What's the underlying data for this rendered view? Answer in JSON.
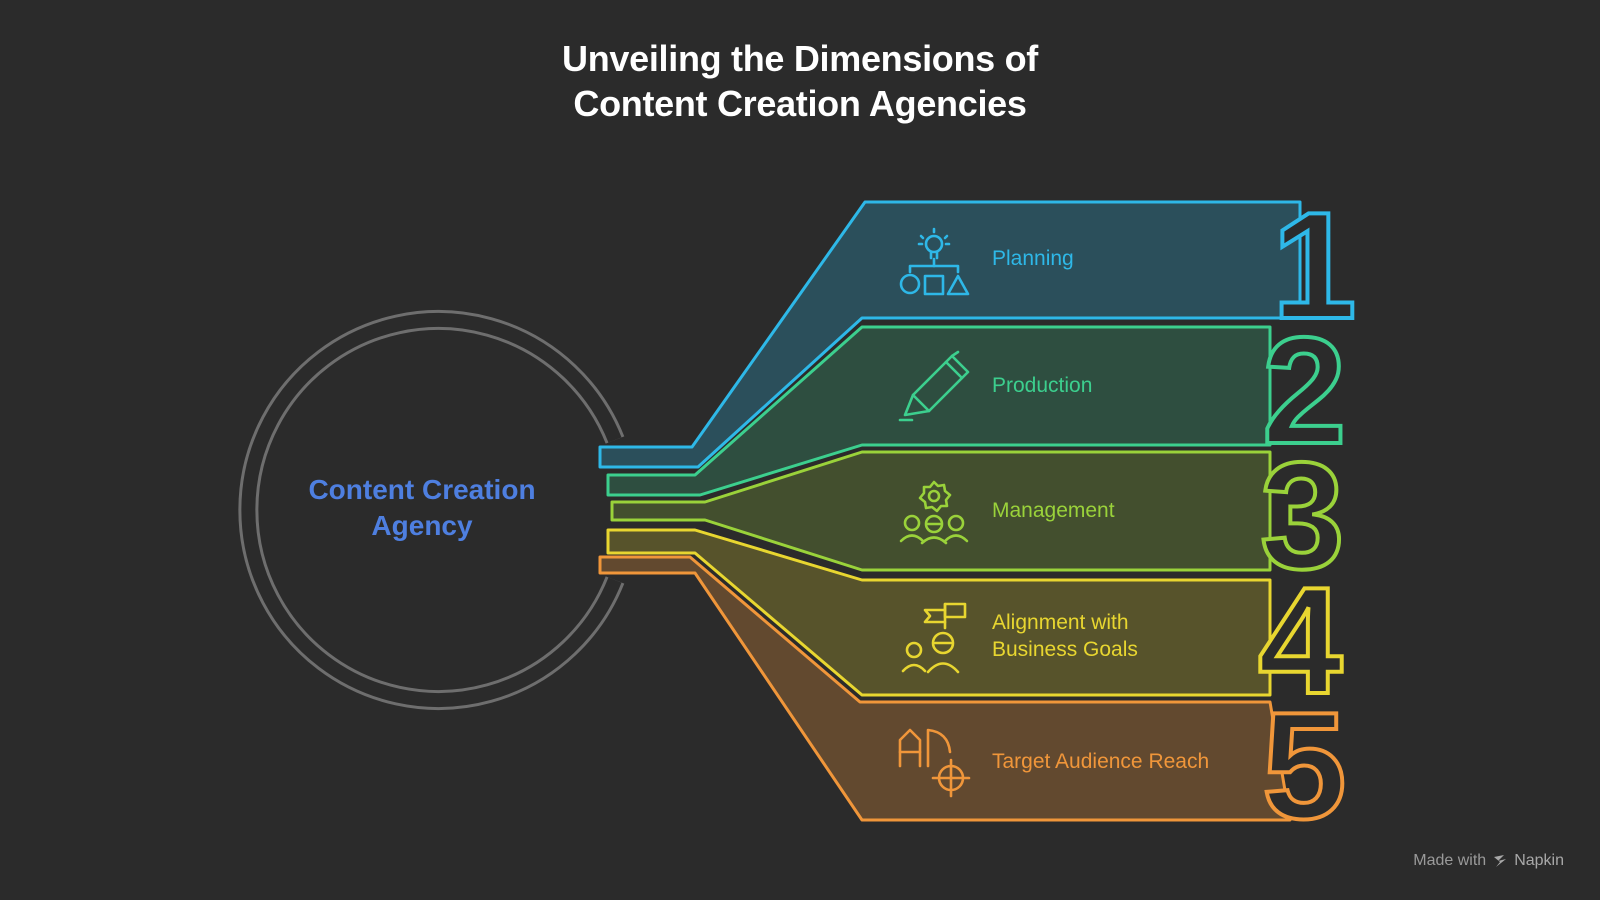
{
  "title": {
    "line1": "Unveiling the Dimensions of",
    "line2": "Content Creation Agencies"
  },
  "center": {
    "line1": "Content Creation",
    "line2": "Agency",
    "color": "#4e7fe0"
  },
  "items": [
    {
      "number": "1",
      "label": "Planning",
      "icon": "strategy-icon",
      "color": "#2eb8e8"
    },
    {
      "number": "2",
      "label": "Production",
      "icon": "pencil-icon",
      "color": "#3ccf8e"
    },
    {
      "number": "3",
      "label": "Management",
      "icon": "team-gear-icon",
      "color": "#9ad23a"
    },
    {
      "number": "4",
      "label": "Alignment with\nBusiness Goals",
      "label_line1": "Alignment with",
      "label_line2": "Business Goals",
      "icon": "team-flag-icon",
      "color": "#e8d630"
    },
    {
      "number": "5",
      "label": "Target Audience Reach",
      "icon": "ad-target-icon",
      "color": "#f0963a"
    }
  ],
  "footer": {
    "prefix": "Made with",
    "brand": "Napkin"
  }
}
